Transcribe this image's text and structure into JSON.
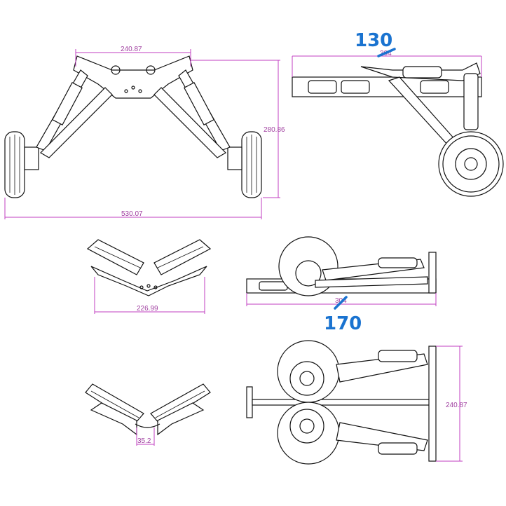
{
  "drawing": {
    "front_view": {
      "width_top": "240.87",
      "height": "280.86",
      "track_width": "530.07"
    },
    "side_view": {
      "length": "304",
      "handwritten_note": "130"
    },
    "top_view_folded": {
      "width": "226.99"
    },
    "side_view_folded": {
      "length": "304",
      "handwritten_note": "170"
    },
    "bottom_view_folded": {
      "gap": "35.2"
    },
    "plan_view_folded": {
      "width": "240.87"
    }
  },
  "colors": {
    "dimension": "#c23fc2",
    "handwriting": "#1a73d0",
    "linework": "#111111"
  }
}
